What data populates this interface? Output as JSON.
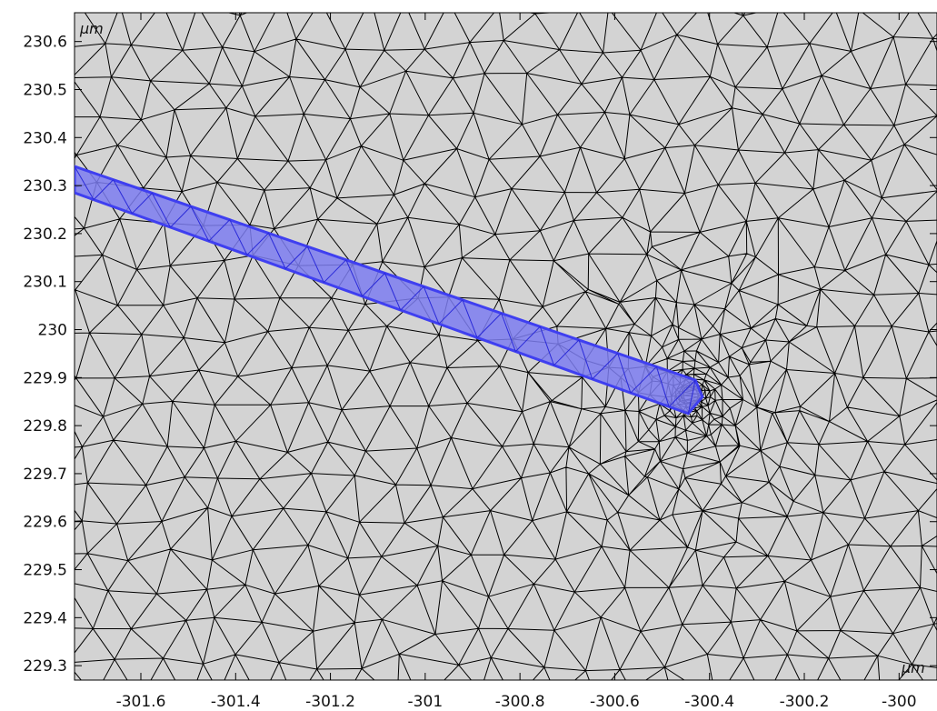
{
  "plot": {
    "background_color": "#d3d3d3",
    "mesh_color": "#000000",
    "highlight_color": "#3f3ff0",
    "unit": "µm",
    "x_axis": {
      "range": [
        -301.74,
        -299.92
      ],
      "tick_values": [
        -301.6,
        -301.4,
        -301.2,
        -301.0,
        -300.8,
        -300.6,
        -300.4,
        -300.2,
        -300.0
      ],
      "tick_labels": [
        "-301.6",
        "-301.4",
        "-301.2",
        "-301",
        "-300.8",
        "-300.6",
        "-300.4",
        "-300.2",
        "-300"
      ],
      "unit_label": "µm"
    },
    "y_axis": {
      "range": [
        229.27,
        230.66
      ],
      "tick_values": [
        229.3,
        229.4,
        229.5,
        229.6,
        229.7,
        229.8,
        229.9,
        230.0,
        230.1,
        230.2,
        230.3,
        230.4,
        230.5,
        230.6
      ],
      "tick_labels": [
        "229.3",
        "229.4",
        "229.5",
        "229.6",
        "229.7",
        "229.8",
        "229.9",
        "230",
        "230.1",
        "230.2",
        "230.3",
        "230.4",
        "230.5",
        "230.6"
      ],
      "unit_label": "µm"
    },
    "highlighted_domain": {
      "name": "selected-boundary",
      "polygon_data_coords": [
        [
          -301.74,
          230.34
        ],
        [
          -300.43,
          229.895
        ],
        [
          -300.415,
          229.86
        ],
        [
          -300.445,
          229.825
        ],
        [
          -301.74,
          230.285
        ]
      ]
    }
  }
}
